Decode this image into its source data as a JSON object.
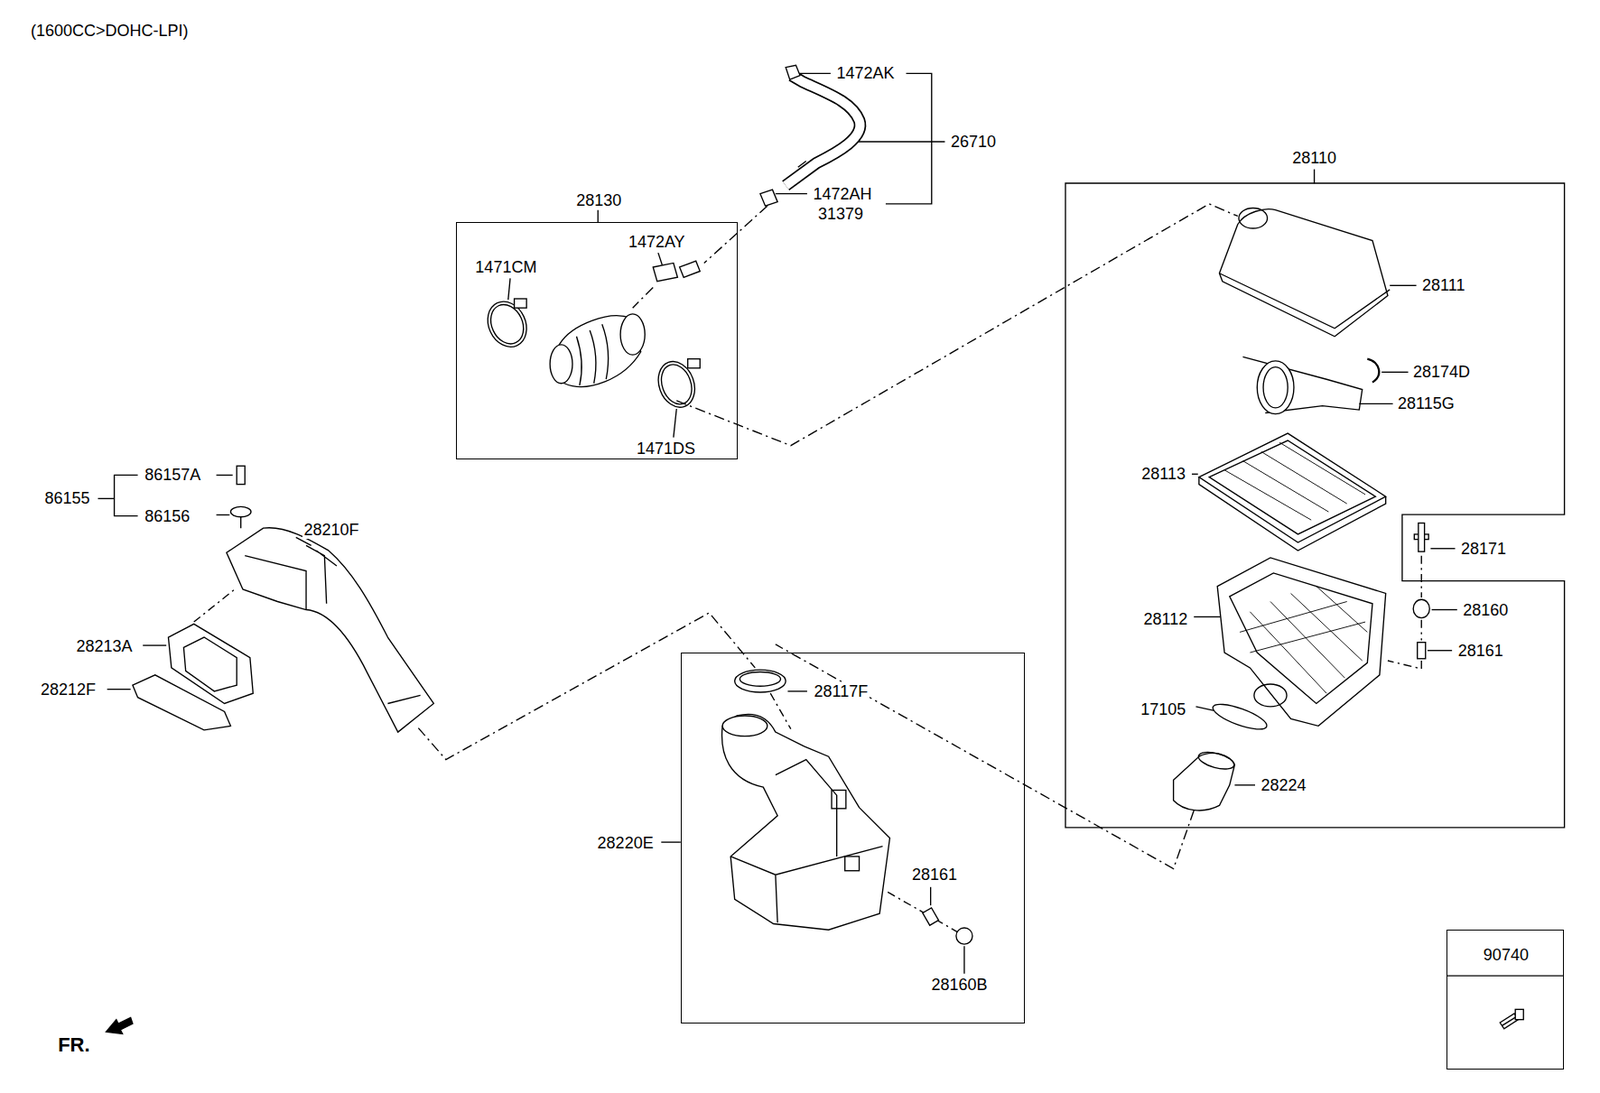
{
  "diagram": {
    "title": "(1600CC>DOHC-LPI)",
    "nodes": [
      {
        "text": [
          "28130"
        ]
      },
      {
        "text": [
          "28110"
        ]
      },
      {
        "text": [
          "28220E"
        ]
      },
      {
        "text": [
          "90740"
        ]
      }
    ],
    "labels": [
      "1472AK",
      "26710",
      "1472AH",
      "31379",
      "1472AY",
      "1471CM",
      "1471DS",
      "28111",
      "28174D",
      "28115G",
      "28113",
      "28171",
      "28160",
      "28161",
      "28112",
      "17105",
      "28224",
      "86157A",
      "86155",
      "86156",
      "28210F",
      "28213A",
      "28212F",
      "28117F",
      "28161",
      "28160B",
      "FR."
    ]
  }
}
